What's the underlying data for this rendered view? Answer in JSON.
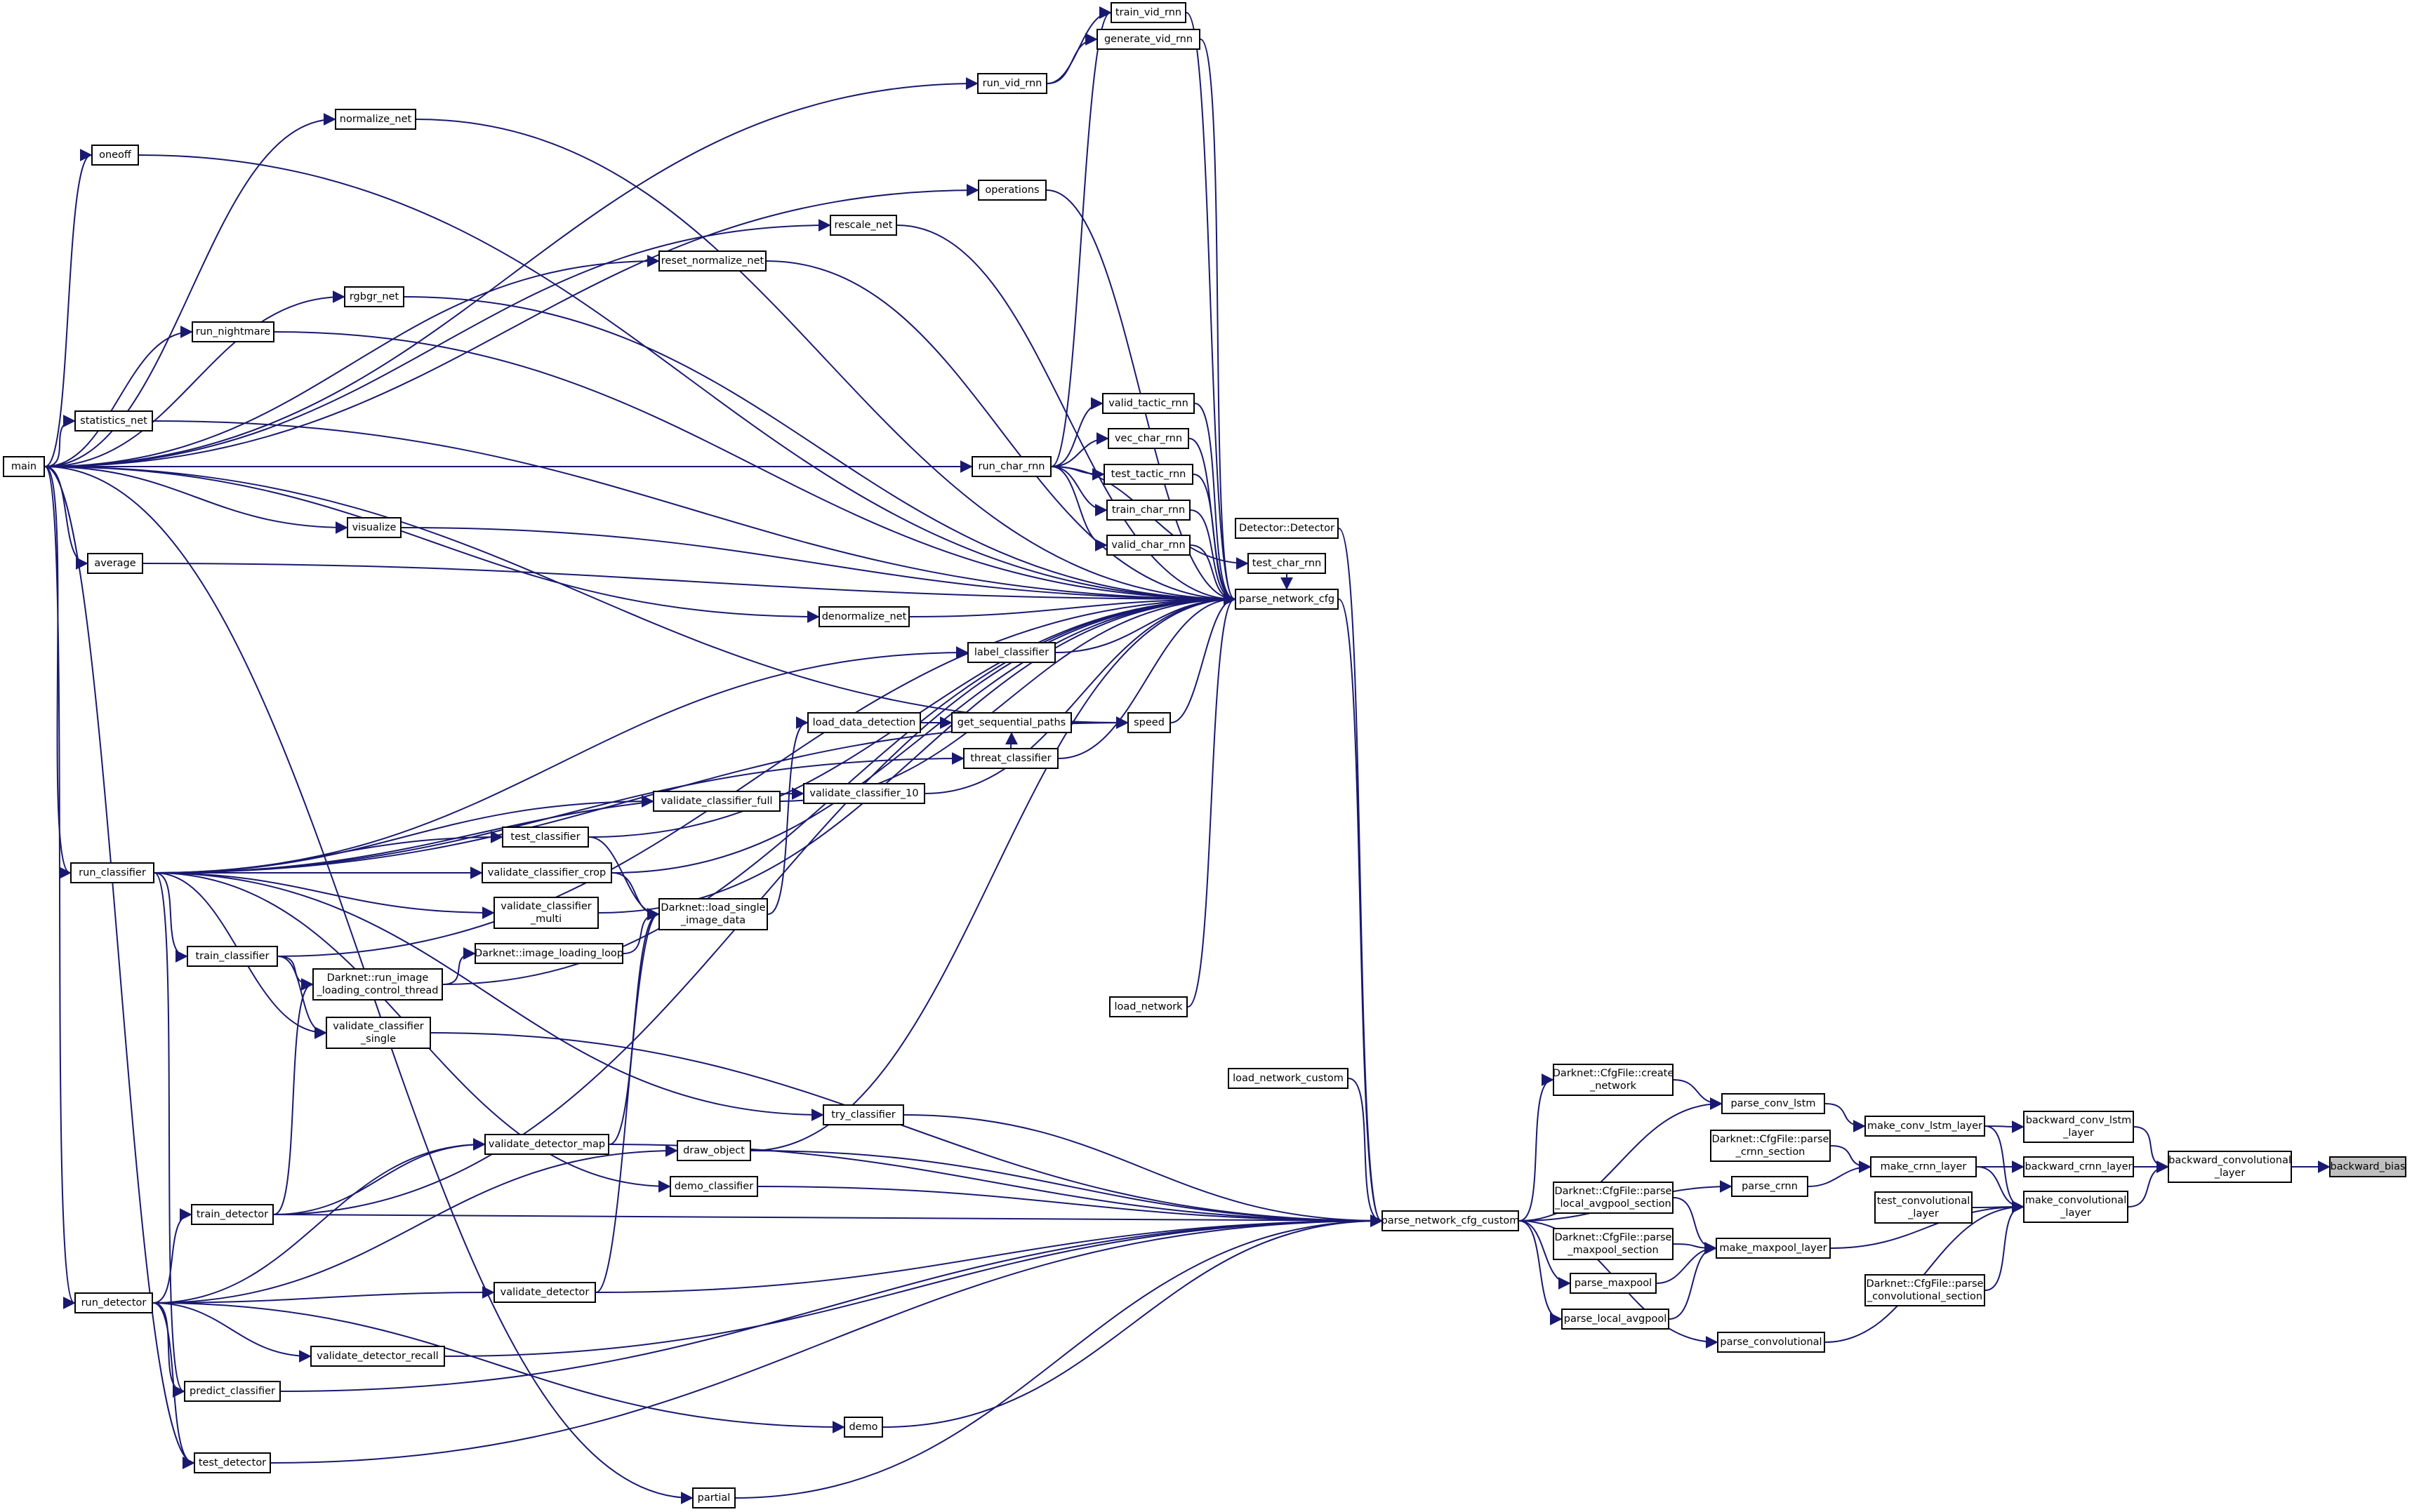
{
  "colors": {
    "edge": "#191970",
    "node_border": "#000000",
    "node_fill": "#ffffff",
    "highlight_fill": "#bfbfbf"
  },
  "nodes": [
    {
      "id": "backward_bias",
      "label": "backward_bias",
      "highlight": true
    },
    {
      "id": "backward_convolutional_layer",
      "label": "backward_convolutional\n_layer"
    },
    {
      "id": "backward_conv_lstm_layer",
      "label": "backward_conv_lstm\n_layer"
    },
    {
      "id": "backward_crnn_layer",
      "label": "backward_crnn_layer"
    },
    {
      "id": "make_convolutional_layer",
      "label": "make_convolutional\n_layer"
    },
    {
      "id": "make_conv_lstm_layer",
      "label": "make_conv_lstm_layer"
    },
    {
      "id": "make_crnn_layer",
      "label": "make_crnn_layer"
    },
    {
      "id": "test_convolutional_layer",
      "label": "test_convolutional\n_layer"
    },
    {
      "id": "parse_convolutional_section",
      "label": "Darknet::CfgFile::parse\n_convolutional_section"
    },
    {
      "id": "parse_conv_lstm",
      "label": "parse_conv_lstm"
    },
    {
      "id": "parse_crnn_section",
      "label": "Darknet::CfgFile::parse\n_crnn_section"
    },
    {
      "id": "parse_crnn",
      "label": "parse_crnn"
    },
    {
      "id": "make_maxpool_layer",
      "label": "make_maxpool_layer"
    },
    {
      "id": "parse_convolutional",
      "label": "parse_convolutional"
    },
    {
      "id": "create_network",
      "label": "Darknet::CfgFile::create\n_network"
    },
    {
      "id": "parse_local_avgpool_section",
      "label": "Darknet::CfgFile::parse\n_local_avgpool_section"
    },
    {
      "id": "parse_maxpool_section",
      "label": "Darknet::CfgFile::parse\n_maxpool_section"
    },
    {
      "id": "parse_maxpool",
      "label": "parse_maxpool"
    },
    {
      "id": "parse_local_avgpool",
      "label": "parse_local_avgpool"
    },
    {
      "id": "parse_network_cfg_custom",
      "label": "parse_network_cfg_custom"
    },
    {
      "id": "load_network_custom",
      "label": "load_network_custom"
    },
    {
      "id": "parse_network_cfg",
      "label": "parse_network_cfg"
    },
    {
      "id": "detector_ctor",
      "label": "Detector::Detector"
    },
    {
      "id": "test_char_rnn",
      "label": "test_char_rnn"
    },
    {
      "id": "load_network",
      "label": "load_network"
    },
    {
      "id": "train_vid_rnn",
      "label": "train_vid_rnn"
    },
    {
      "id": "generate_vid_rnn",
      "label": "generate_vid_rnn"
    },
    {
      "id": "run_vid_rnn",
      "label": "run_vid_rnn"
    },
    {
      "id": "valid_tactic_rnn",
      "label": "valid_tactic_rnn"
    },
    {
      "id": "vec_char_rnn",
      "label": "vec_char_rnn"
    },
    {
      "id": "test_tactic_rnn",
      "label": "test_tactic_rnn"
    },
    {
      "id": "train_char_rnn",
      "label": "train_char_rnn"
    },
    {
      "id": "valid_char_rnn",
      "label": "valid_char_rnn"
    },
    {
      "id": "run_char_rnn",
      "label": "run_char_rnn"
    },
    {
      "id": "normalize_net",
      "label": "normalize_net"
    },
    {
      "id": "oneoff",
      "label": "oneoff"
    },
    {
      "id": "operations",
      "label": "operations"
    },
    {
      "id": "rescale_net",
      "label": "rescale_net"
    },
    {
      "id": "reset_normalize_net",
      "label": "reset_normalize_net"
    },
    {
      "id": "rgbgr_net",
      "label": "rgbgr_net"
    },
    {
      "id": "run_nightmare",
      "label": "run_nightmare"
    },
    {
      "id": "statistics_net",
      "label": "statistics_net"
    },
    {
      "id": "main",
      "label": "main"
    },
    {
      "id": "visualize",
      "label": "visualize"
    },
    {
      "id": "average",
      "label": "average"
    },
    {
      "id": "denormalize_net",
      "label": "denormalize_net"
    },
    {
      "id": "label_classifier",
      "label": "label_classifier"
    },
    {
      "id": "speed",
      "label": "speed"
    },
    {
      "id": "load_data_detection",
      "label": "load_data_detection"
    },
    {
      "id": "get_sequential_paths",
      "label": "get_sequential_paths"
    },
    {
      "id": "threat_classifier",
      "label": "threat_classifier"
    },
    {
      "id": "validate_classifier_10",
      "label": "validate_classifier_10"
    },
    {
      "id": "validate_classifier_full",
      "label": "validate_classifier_full"
    },
    {
      "id": "test_classifier",
      "label": "test_classifier"
    },
    {
      "id": "validate_classifier_crop",
      "label": "validate_classifier_crop"
    },
    {
      "id": "validate_classifier_multi",
      "label": "validate_classifier\n_multi"
    },
    {
      "id": "load_single_image_data",
      "label": "Darknet::load_single\n_image_data"
    },
    {
      "id": "image_loading_loop",
      "label": "Darknet::image_loading_loop"
    },
    {
      "id": "run_image_loading_control_thread",
      "label": "Darknet::run_image\n_loading_control_thread"
    },
    {
      "id": "run_classifier",
      "label": "run_classifier"
    },
    {
      "id": "train_classifier",
      "label": "train_classifier"
    },
    {
      "id": "validate_classifier_single",
      "label": "validate_classifier\n_single"
    },
    {
      "id": "try_classifier",
      "label": "try_classifier"
    },
    {
      "id": "validate_detector_map",
      "label": "validate_detector_map"
    },
    {
      "id": "draw_object",
      "label": "draw_object"
    },
    {
      "id": "demo_classifier",
      "label": "demo_classifier"
    },
    {
      "id": "train_detector",
      "label": "train_detector"
    },
    {
      "id": "run_detector",
      "label": "run_detector"
    },
    {
      "id": "validate_detector",
      "label": "validate_detector"
    },
    {
      "id": "validate_detector_recall",
      "label": "validate_detector_recall"
    },
    {
      "id": "predict_classifier",
      "label": "predict_classifier"
    },
    {
      "id": "demo",
      "label": "demo"
    },
    {
      "id": "test_detector",
      "label": "test_detector"
    },
    {
      "id": "partial",
      "label": "partial"
    }
  ],
  "edges": [
    [
      "backward_convolutional_layer",
      "backward_bias"
    ],
    [
      "backward_conv_lstm_layer",
      "backward_convolutional_layer"
    ],
    [
      "backward_crnn_layer",
      "backward_convolutional_layer"
    ],
    [
      "make_convolutional_layer",
      "backward_convolutional_layer"
    ],
    [
      "make_conv_lstm_layer",
      "backward_conv_lstm_layer"
    ],
    [
      "make_crnn_layer",
      "backward_crnn_layer"
    ],
    [
      "make_conv_lstm_layer",
      "make_convolutional_layer"
    ],
    [
      "make_crnn_layer",
      "make_convolutional_layer"
    ],
    [
      "test_convolutional_layer",
      "make_convolutional_layer"
    ],
    [
      "parse_convolutional_section",
      "make_convolutional_layer"
    ],
    [
      "make_maxpool_layer",
      "make_convolutional_layer"
    ],
    [
      "parse_convolutional",
      "make_convolutional_layer"
    ],
    [
      "parse_conv_lstm",
      "make_conv_lstm_layer"
    ],
    [
      "parse_crnn_section",
      "make_crnn_layer"
    ],
    [
      "parse_crnn",
      "make_crnn_layer"
    ],
    [
      "create_network",
      "parse_conv_lstm"
    ],
    [
      "parse_network_cfg_custom",
      "parse_conv_lstm"
    ],
    [
      "parse_network_cfg_custom",
      "parse_crnn"
    ],
    [
      "parse_local_avgpool_section",
      "make_maxpool_layer"
    ],
    [
      "parse_maxpool_section",
      "make_maxpool_layer"
    ],
    [
      "parse_maxpool",
      "make_maxpool_layer"
    ],
    [
      "parse_local_avgpool",
      "make_maxpool_layer"
    ],
    [
      "parse_network_cfg_custom",
      "parse_maxpool"
    ],
    [
      "parse_network_cfg_custom",
      "parse_local_avgpool"
    ],
    [
      "parse_network_cfg_custom",
      "parse_convolutional"
    ],
    [
      "parse_network_cfg_custom",
      "create_network"
    ],
    [
      "load_network_custom",
      "parse_network_cfg_custom"
    ],
    [
      "parse_network_cfg",
      "parse_network_cfg_custom"
    ],
    [
      "detector_ctor",
      "parse_network_cfg_custom"
    ],
    [
      "test_char_rnn",
      "parse_network_cfg"
    ],
    [
      "load_network",
      "parse_network_cfg"
    ],
    [
      "train_vid_rnn",
      "parse_network_cfg"
    ],
    [
      "generate_vid_rnn",
      "parse_network_cfg"
    ],
    [
      "valid_tactic_rnn",
      "parse_network_cfg"
    ],
    [
      "vec_char_rnn",
      "parse_network_cfg"
    ],
    [
      "test_tactic_rnn",
      "parse_network_cfg"
    ],
    [
      "train_char_rnn",
      "parse_network_cfg"
    ],
    [
      "valid_char_rnn",
      "parse_network_cfg"
    ],
    [
      "normalize_net",
      "parse_network_cfg"
    ],
    [
      "oneoff",
      "parse_network_cfg"
    ],
    [
      "operations",
      "parse_network_cfg"
    ],
    [
      "rescale_net",
      "parse_network_cfg"
    ],
    [
      "reset_normalize_net",
      "parse_network_cfg"
    ],
    [
      "rgbgr_net",
      "parse_network_cfg"
    ],
    [
      "run_nightmare",
      "parse_network_cfg"
    ],
    [
      "statistics_net",
      "parse_network_cfg"
    ],
    [
      "visualize",
      "parse_network_cfg"
    ],
    [
      "average",
      "parse_network_cfg"
    ],
    [
      "denormalize_net",
      "parse_network_cfg"
    ],
    [
      "label_classifier",
      "parse_network_cfg"
    ],
    [
      "speed",
      "parse_network_cfg"
    ],
    [
      "threat_classifier",
      "parse_network_cfg"
    ],
    [
      "validate_classifier_10",
      "parse_network_cfg"
    ],
    [
      "validate_classifier_full",
      "parse_network_cfg"
    ],
    [
      "test_classifier",
      "parse_network_cfg"
    ],
    [
      "validate_classifier_crop",
      "parse_network_cfg"
    ],
    [
      "validate_classifier_multi",
      "parse_network_cfg"
    ],
    [
      "run_image_loading_control_thread",
      "parse_network_cfg"
    ],
    [
      "train_classifier",
      "parse_network_cfg"
    ],
    [
      "train_detector",
      "parse_network_cfg"
    ],
    [
      "draw_object",
      "parse_network_cfg"
    ],
    [
      "run_vid_rnn",
      "train_vid_rnn"
    ],
    [
      "run_vid_rnn",
      "generate_vid_rnn"
    ],
    [
      "run_char_rnn",
      "train_vid_rnn"
    ],
    [
      "run_char_rnn",
      "valid_tactic_rnn"
    ],
    [
      "run_char_rnn",
      "vec_char_rnn"
    ],
    [
      "run_char_rnn",
      "test_tactic_rnn"
    ],
    [
      "run_char_rnn",
      "train_char_rnn"
    ],
    [
      "run_char_rnn",
      "valid_char_rnn"
    ],
    [
      "run_char_rnn",
      "test_char_rnn"
    ],
    [
      "main",
      "run_vid_rnn"
    ],
    [
      "main",
      "run_char_rnn"
    ],
    [
      "main",
      "normalize_net"
    ],
    [
      "main",
      "oneoff"
    ],
    [
      "main",
      "operations"
    ],
    [
      "main",
      "rescale_net"
    ],
    [
      "main",
      "reset_normalize_net"
    ],
    [
      "main",
      "rgbgr_net"
    ],
    [
      "main",
      "run_nightmare"
    ],
    [
      "main",
      "statistics_net"
    ],
    [
      "main",
      "visualize"
    ],
    [
      "main",
      "average"
    ],
    [
      "main",
      "denormalize_net"
    ],
    [
      "main",
      "run_classifier"
    ],
    [
      "main",
      "run_detector"
    ],
    [
      "main",
      "partial"
    ],
    [
      "main",
      "speed"
    ],
    [
      "main",
      "test_detector"
    ],
    [
      "run_classifier",
      "label_classifier"
    ],
    [
      "run_classifier",
      "speed"
    ],
    [
      "run_classifier",
      "threat_classifier"
    ],
    [
      "run_classifier",
      "validate_classifier_10"
    ],
    [
      "run_classifier",
      "validate_classifier_full"
    ],
    [
      "run_classifier",
      "test_classifier"
    ],
    [
      "run_classifier",
      "validate_classifier_crop"
    ],
    [
      "run_classifier",
      "validate_classifier_multi"
    ],
    [
      "run_classifier",
      "train_classifier"
    ],
    [
      "run_classifier",
      "validate_classifier_single"
    ],
    [
      "run_classifier",
      "try_classifier"
    ],
    [
      "run_classifier",
      "demo_classifier"
    ],
    [
      "run_classifier",
      "predict_classifier"
    ],
    [
      "get_sequential_paths",
      "speed"
    ],
    [
      "load_data_detection",
      "get_sequential_paths"
    ],
    [
      "threat_classifier",
      "get_sequential_paths"
    ],
    [
      "load_single_image_data",
      "load_data_detection"
    ],
    [
      "test_classifier",
      "load_single_image_data"
    ],
    [
      "validate_classifier_crop",
      "load_single_image_data"
    ],
    [
      "image_loading_loop",
      "load_single_image_data"
    ],
    [
      "validate_detector_map",
      "load_single_image_data"
    ],
    [
      "validate_detector",
      "load_single_image_data"
    ],
    [
      "run_image_loading_control_thread",
      "image_loading_loop"
    ],
    [
      "train_classifier",
      "run_image_loading_control_thread"
    ],
    [
      "train_detector",
      "run_image_loading_control_thread"
    ],
    [
      "train_classifier",
      "validate_classifier_single"
    ],
    [
      "validate_classifier_single",
      "parse_network_cfg_custom"
    ],
    [
      "try_classifier",
      "parse_network_cfg_custom"
    ],
    [
      "validate_detector_map",
      "parse_network_cfg_custom"
    ],
    [
      "draw_object",
      "parse_network_cfg_custom"
    ],
    [
      "demo_classifier",
      "parse_network_cfg_custom"
    ],
    [
      "train_detector",
      "parse_network_cfg_custom"
    ],
    [
      "validate_detector",
      "parse_network_cfg_custom"
    ],
    [
      "validate_detector_recall",
      "parse_network_cfg_custom"
    ],
    [
      "predict_classifier",
      "parse_network_cfg_custom"
    ],
    [
      "demo",
      "parse_network_cfg_custom"
    ],
    [
      "test_detector",
      "parse_network_cfg_custom"
    ],
    [
      "partial",
      "parse_network_cfg_custom"
    ],
    [
      "run_detector",
      "draw_object"
    ],
    [
      "run_detector",
      "validate_detector_map"
    ],
    [
      "run_detector",
      "train_detector"
    ],
    [
      "run_detector",
      "validate_detector"
    ],
    [
      "run_detector",
      "validate_detector_recall"
    ],
    [
      "run_detector",
      "predict_classifier"
    ],
    [
      "run_detector",
      "demo"
    ],
    [
      "run_detector",
      "test_detector"
    ],
    [
      "train_detector",
      "validate_detector_map"
    ]
  ]
}
